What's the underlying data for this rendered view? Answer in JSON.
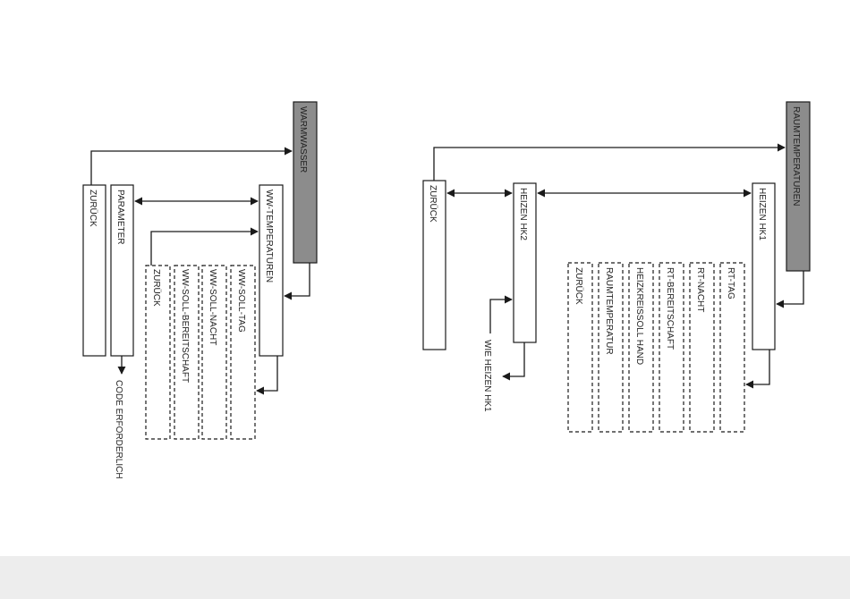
{
  "colors": {
    "line": "#1a1a1a",
    "header_fill": "#8c8c8c",
    "box_fill": "#ffffff",
    "text": "#222222",
    "footer_band": "#ededed"
  },
  "left_menu": {
    "header": "WARMWASSER",
    "back": "ZURÜCK",
    "parameter": "PARAMETER",
    "code_note": "CODE ERFORDERLICH",
    "ww_temperaturen": "WW-TEMPERATUREN",
    "sub_items": [
      "ZURÜCK",
      "WW-SOLL-BEREITSCHAFT",
      "WW-SOLL-NACHT",
      "WW-SOLL-TAG"
    ]
  },
  "right_menu": {
    "header": "RAUMTEMPERATUREN",
    "back": "ZURÜCK",
    "heizen_hk2": "HEIZEN HK2",
    "heizen_hk2_note": "WIE HEIZEN HK1",
    "heizen_hk1": "HEIZEN HK1",
    "sub_items": [
      "ZURÜCK",
      "RAUMTEMPERATUR",
      "HEIZKREISSOLL HAND",
      "RT-BEREITSCHAFT",
      "RT-NACHT",
      "RT-TAG"
    ]
  }
}
